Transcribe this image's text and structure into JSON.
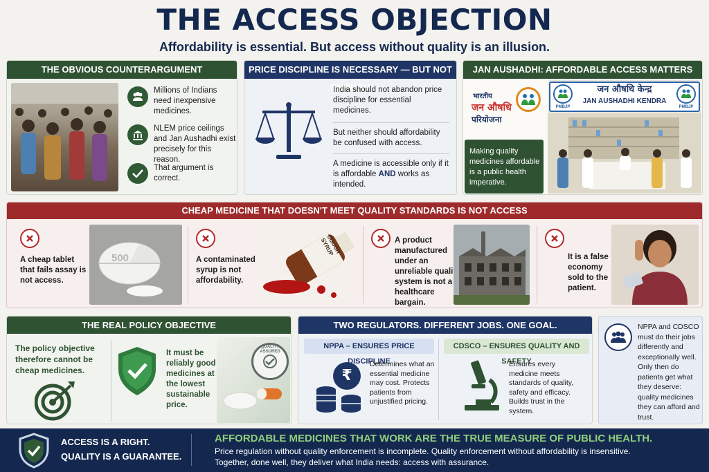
{
  "header": {
    "title": "THE ACCESS OBJECTION",
    "subtitle": "Affordability is essential. But access without quality is an illusion."
  },
  "counter": {
    "heading": "THE OBVIOUS COUNTERARGUMENT",
    "items": [
      "Millions of Indians need inexpensive medicines.",
      "NLEM price ceilings and Jan Aushadhi exist precisely for this reason.",
      "That argument is correct."
    ]
  },
  "price": {
    "heading": "PRICE DISCIPLINE IS NECESSARY — BUT NOT ENOUGH",
    "p1": "India should not abandon price discipline for essential medicines.",
    "p2": "But neither should affordability be confused with access.",
    "p3a": "A medicine is accessible only if it is affordable ",
    "p3b": "AND",
    "p3c": " works as intended."
  },
  "jan": {
    "heading": "JAN AUSHADHI: AFFORDABLE ACCESS MATTERS",
    "logo_top": "भारतीय",
    "logo_mid": "जन औषधि",
    "logo_bottom": "परियोजना",
    "sign_hindi": "जन औषधि केन्द्र",
    "sign_english": "JAN AUSHADHI KENDRA",
    "sign_badge": "PMBJP",
    "caption": "Making quality medicines affordable is a public health imperative."
  },
  "cheap": {
    "heading": "CHEAP MEDICINE THAT DOESN'T MEET QUALITY STANDARDS IS NOT ACCESS",
    "items": [
      "A cheap tablet that fails assay is not access.",
      "A contaminated syrup is not affordability.",
      "A product manufactured under an unreliable quality system is not a healthcare bargain.",
      "It is a false economy sold to the patient."
    ],
    "tablet_mark": "500",
    "syrup_label": "COUGH SYRUP"
  },
  "objective": {
    "heading": "THE REAL POLICY OBJECTIVE",
    "left": "The policy objective therefore cannot be cheap medicines.",
    "right": "It must be reliably good medicines at the lowest sustainable price.",
    "seal": "QUALITY ASSURED"
  },
  "regulators": {
    "heading": "TWO REGULATORS. DIFFERENT JOBS. ONE GOAL.",
    "nppa_label": "NPPA – ENSURES PRICE DISCIPLINE",
    "nppa_text": "Determines what an essential medicine may cost. Protects patients from unjustified pricing.",
    "cdsco_label": "CDSCO – ENSURES QUALITY AND SAFETY",
    "cdsco_text": "Ensures every medicine meets standards of quality, safety and efficacy. Builds trust in the system.",
    "rupee": "₹"
  },
  "sidenote": "NPPA and CDSCO must do their jobs differently and exceptionally well. Only then do patients get what they deserve: quality medicines they can afford and trust.",
  "footer": {
    "line1": "ACCESS IS A RIGHT.",
    "line2": "QUALITY IS A GUARANTEE.",
    "headline": "AFFORDABLE MEDICINES THAT WORK ARE THE TRUE MEASURE OF PUBLIC HEALTH.",
    "body1": "Price regulation without quality enforcement is incomplete. Quality enforcement without affordability is insensitive.",
    "body2": "Together, done well, they deliver what India needs: access with assurance."
  },
  "colors": {
    "navy": "#14284f",
    "green": "#2f5233",
    "red": "#9e2a2b",
    "footer_bg": "#14284f",
    "footer_accent": "#8fce7c"
  }
}
